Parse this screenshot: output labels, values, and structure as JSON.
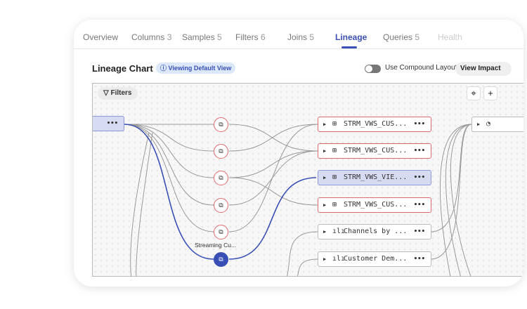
{
  "tabs": [
    {
      "label": "Overview",
      "count": ""
    },
    {
      "label": "Columns",
      "count": "3"
    },
    {
      "label": "Samples",
      "count": "5"
    },
    {
      "label": "Filters",
      "count": "6"
    },
    {
      "label": "Joins",
      "count": "5"
    },
    {
      "label": "Lineage",
      "count": "",
      "active": true
    },
    {
      "label": "Queries",
      "count": "5"
    },
    {
      "label": "Health",
      "count": "",
      "disabled": true
    }
  ],
  "header": {
    "title": "Lineage Chart",
    "badge": "Viewing Default View",
    "badge_icon": "info-icon",
    "toggle_label": "Use Compound Layout",
    "toggle_on": false,
    "view_impact": "View Impact"
  },
  "canvas": {
    "filters_label": "Filters",
    "fit_icon": "target-icon",
    "zoom_in": "+"
  },
  "colors": {
    "accent": "#3a4fb5",
    "error_border": "#e0696e"
  },
  "nodes": {
    "source_menu": "•••",
    "transform_label": "Streaming Cu...",
    "tables": [
      {
        "name": "STRM_VWS_CUS...",
        "icon": "table-icon",
        "state": "error"
      },
      {
        "name": "STRM_VWS_CUS...",
        "icon": "table-icon",
        "state": "error"
      },
      {
        "name": "STRM_VWS_VIE...",
        "icon": "table-icon",
        "state": "selected"
      },
      {
        "name": "STRM_VWS_CUS...",
        "icon": "table-icon",
        "state": "error"
      },
      {
        "name": "Channels by ...",
        "icon": "chart-icon",
        "state": "normal"
      },
      {
        "name": "Customer Dem...",
        "icon": "chart-icon",
        "state": "normal"
      }
    ],
    "menu": "•••"
  }
}
